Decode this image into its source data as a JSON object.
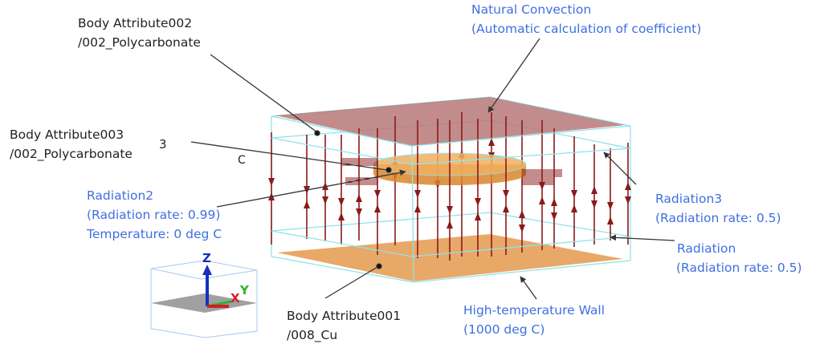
{
  "labels": {
    "body002": {
      "line1": "Body Attribute002",
      "line2": "/002_Polycarbonate"
    },
    "body003": {
      "line1": "Body Attribute003",
      "line2": "/002_Polycarbonate"
    },
    "body001": {
      "line1": "Body Attribute001",
      "line2": "/008_Cu"
    },
    "natural_convection": {
      "line1": "Natural Convection",
      "line2": "(Automatic calculation of coefficient)"
    },
    "radiation2": {
      "line1": "Radiation2",
      "line2": "(Radiation rate: 0.99)",
      "line3": "Temperature: 0 deg C"
    },
    "radiation3": {
      "line1": "Radiation3",
      "line2": "(Radiation rate: 0.5)"
    },
    "radiation": {
      "line1": "Radiation",
      "line2": "(Radiation rate: 0.5)"
    },
    "high_temp_wall": {
      "line1": "High-temperature Wall",
      "line2": "(1000 deg C)"
    },
    "stray_3": "3",
    "stray_c": "C"
  },
  "axes": {
    "x": "X",
    "y": "Y",
    "z": "Z"
  },
  "colors": {
    "label_blue": "#3f6fe0",
    "arrow": "#8b1a1a",
    "box": "#8fe3ea",
    "top_plate": "#b87878",
    "bottom_plate": "#e8a868",
    "disc": "#e59a3c"
  }
}
